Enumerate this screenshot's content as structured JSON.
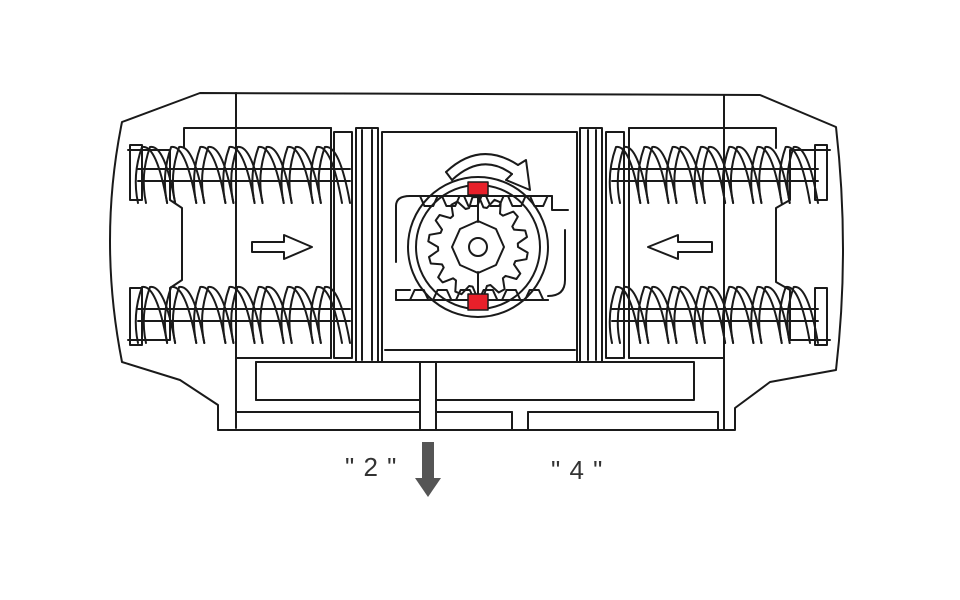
{
  "ports": {
    "port_a": "\" 2 \"",
    "port_b": "\" 4 \""
  },
  "colors": {
    "line": "#1a1a1a",
    "marker": "#e8202a",
    "flow_arrow": "#555555",
    "label": "#333333"
  },
  "flow_direction": "port-2-exhaust-down",
  "piston_motion": "inward-toward-pinion",
  "pinion_rotation": "clockwise"
}
